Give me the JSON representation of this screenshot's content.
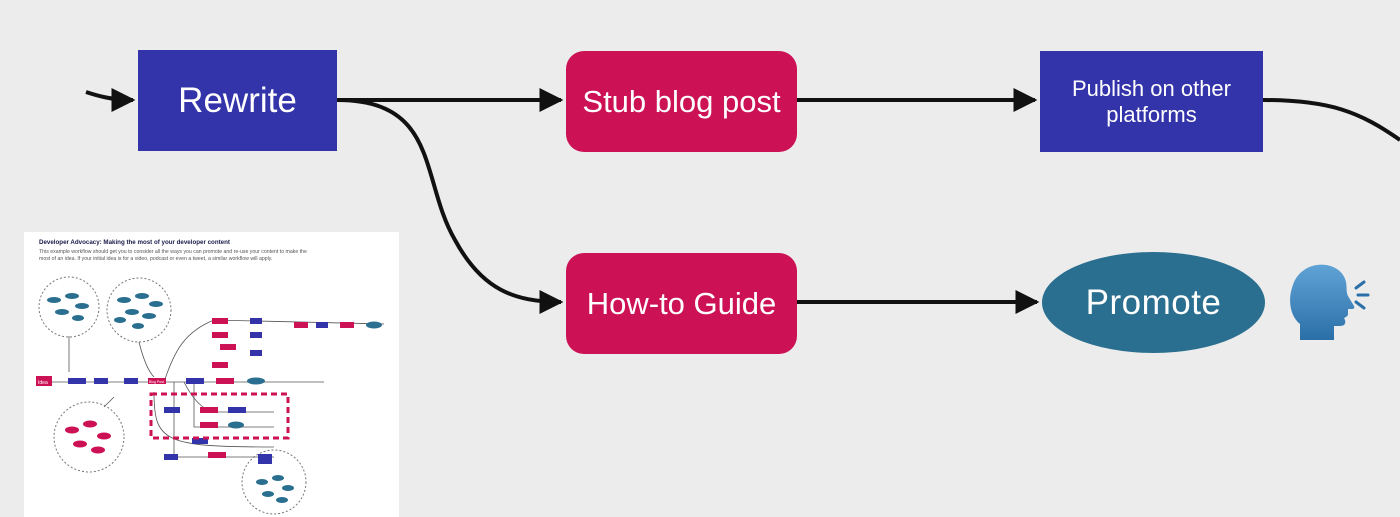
{
  "nodes": {
    "rewrite": "Rewrite",
    "stub_blog_post": "Stub blog post",
    "publish_line1": "Publish on other",
    "publish_line2": "platforms",
    "how_to_guide": "How-to Guide",
    "promote": "Promote"
  },
  "icons": {
    "speaking_head": "speaking-head-icon",
    "arrowhead": "arrowhead-icon"
  },
  "thumbnail": {
    "title": "Developer Advocacy: Making the most of your developer content",
    "description": "This example workflow should get you to consider all the ways you can promote and re-use your content to make the most of an idea. If your initial idea is for a video, podcast or even a tweet, a similar workflow will apply.",
    "idea_label": "Idea",
    "blog_post_label": "Blog Post"
  },
  "colors": {
    "background": "#ececec",
    "rect_blue": "#3333aa",
    "rect_pink": "#cc1155",
    "ellipse_teal": "#2a6f8f",
    "edge": "#111111",
    "highlight_dash": "#cc1155"
  }
}
